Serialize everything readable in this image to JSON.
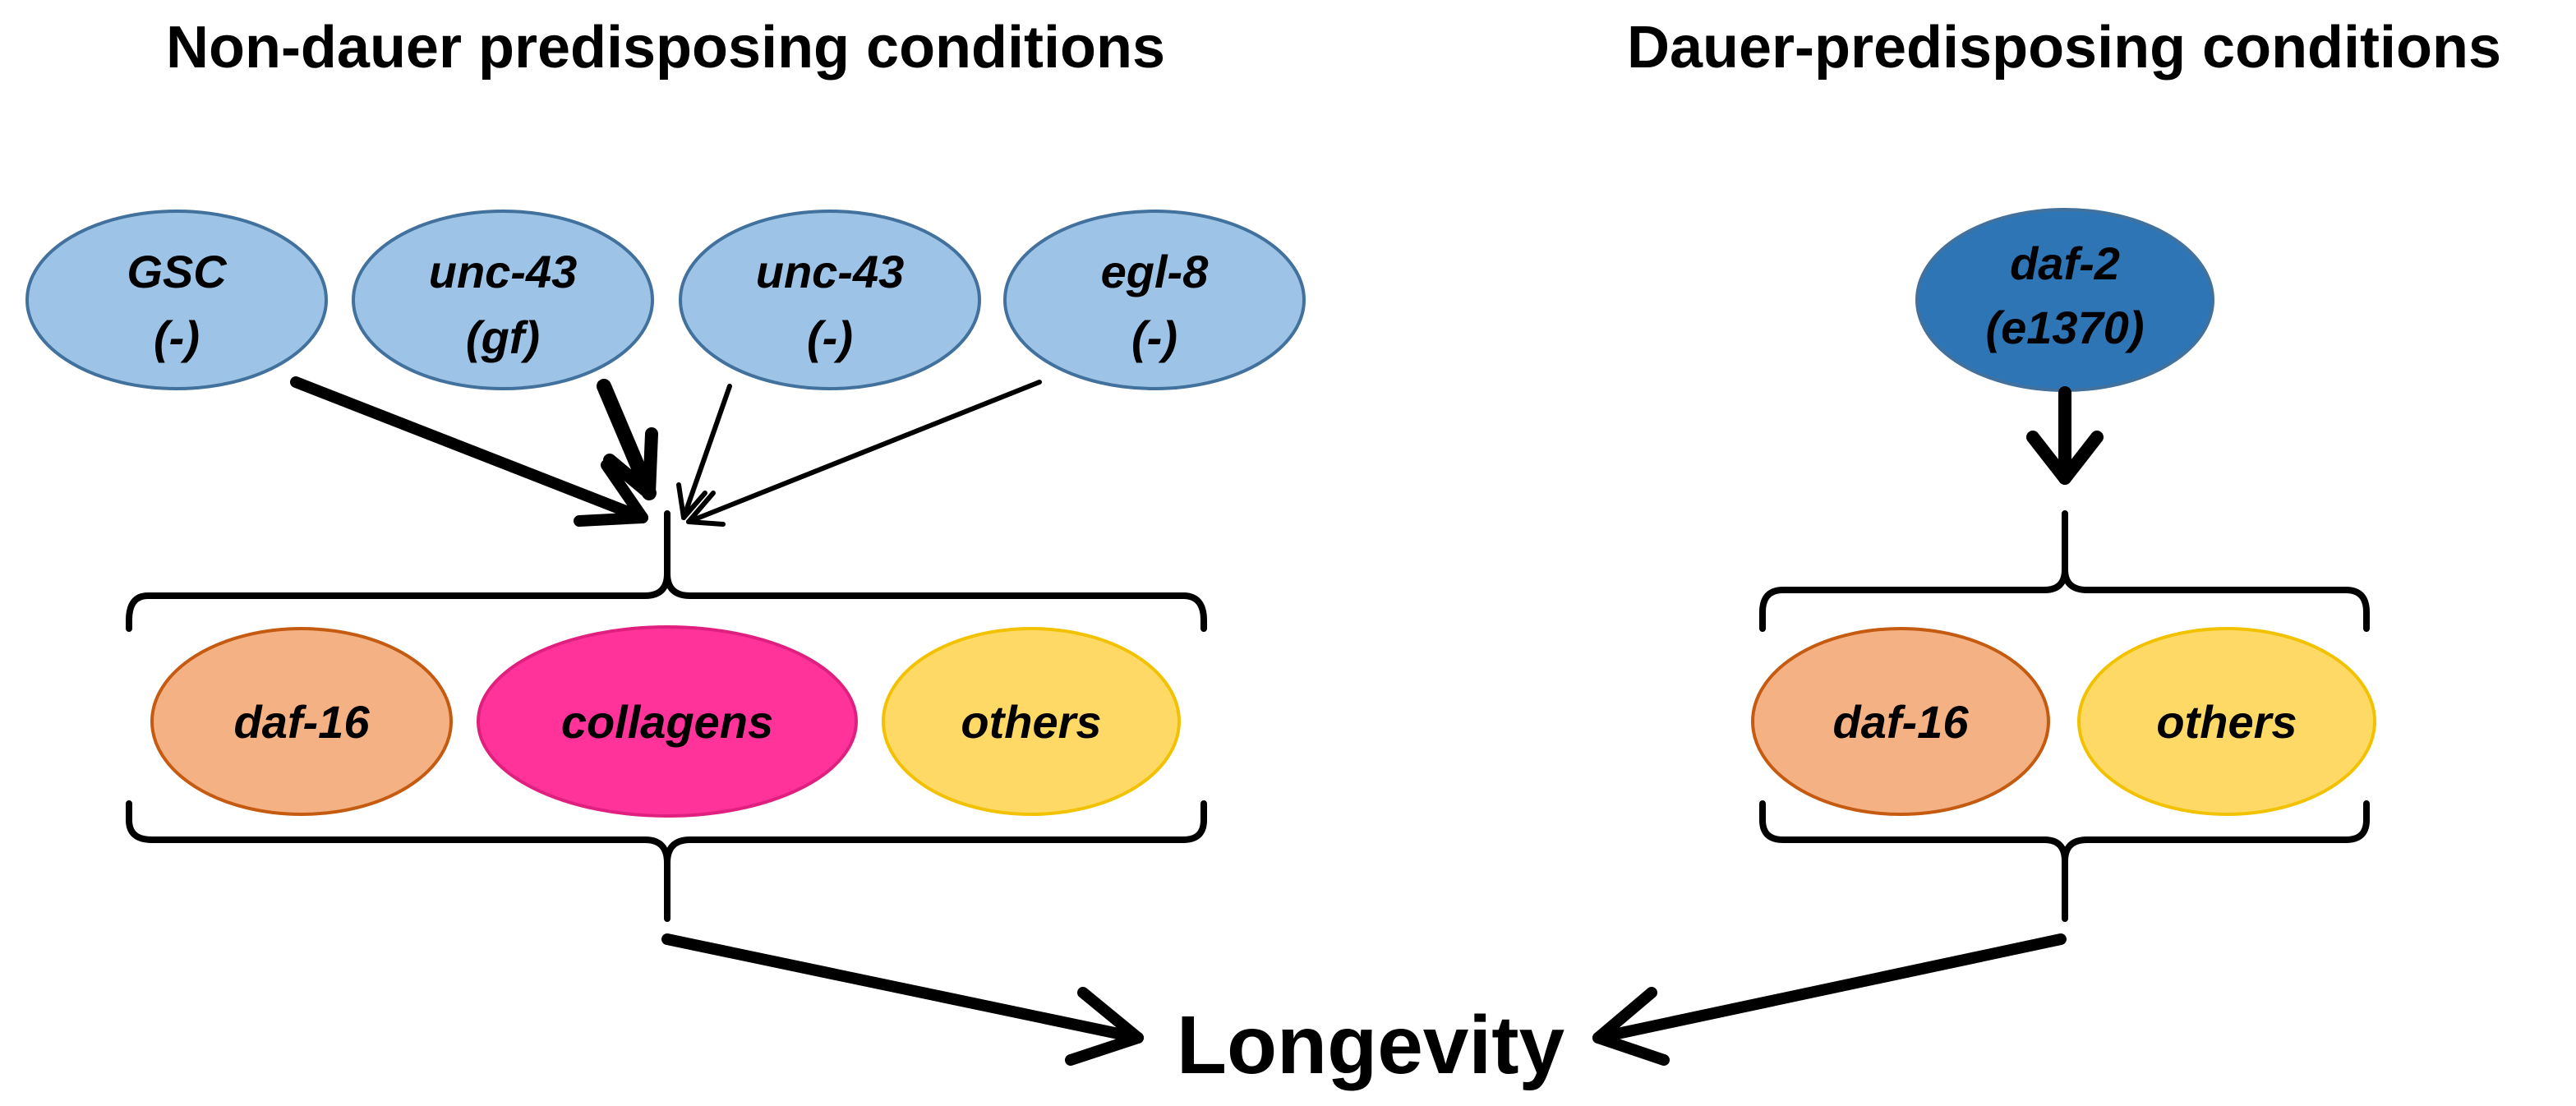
{
  "headings": {
    "left": "Non-dauer predisposing conditions",
    "right": "Dauer-predisposing conditions"
  },
  "left_inputs": [
    {
      "line1": "GSC",
      "line2": "(-)"
    },
    {
      "line1": "unc-43",
      "line2": "(gf)"
    },
    {
      "line1": "unc-43",
      "line2": "(-)"
    },
    {
      "line1": "egl-8",
      "line2": "(-)"
    }
  ],
  "right_input": {
    "line1": "daf-2",
    "line2": "(e1370)"
  },
  "left_effectors": [
    "daf-16",
    "collagens",
    "others"
  ],
  "right_effectors": [
    "daf-16",
    "others"
  ],
  "outcome": "Longevity",
  "colors": {
    "input_fill": "#9dc3e6",
    "input_stroke": "#41719c",
    "dark_input_fill": "#2e75b6",
    "daf16_fill": "#f4b183",
    "daf16_stroke": "#c55a11",
    "collagens_fill": "#ff3399",
    "collagens_stroke": "#e0207f",
    "others_fill": "#ffd966",
    "others_stroke": "#f2c200"
  },
  "icons": {
    "arrow_head": "open-chevron-arrow",
    "bracket": "curly-bracket"
  }
}
